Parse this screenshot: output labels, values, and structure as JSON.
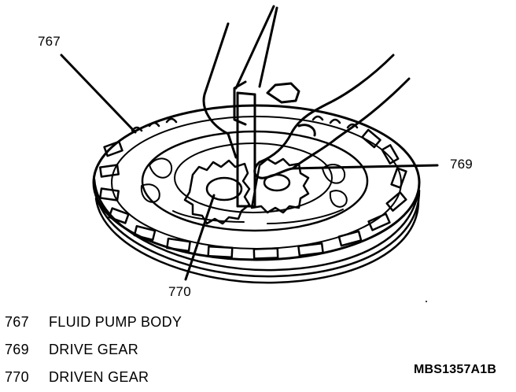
{
  "callouts": {
    "c767": "767",
    "c769": "769",
    "c770": "770"
  },
  "legend": [
    {
      "number": "767",
      "label": "FLUID PUMP BODY"
    },
    {
      "number": "769",
      "label": "DRIVE GEAR"
    },
    {
      "number": "770",
      "label": "DRIVEN GEAR"
    }
  ],
  "figure_code": "MBS1357A1B"
}
